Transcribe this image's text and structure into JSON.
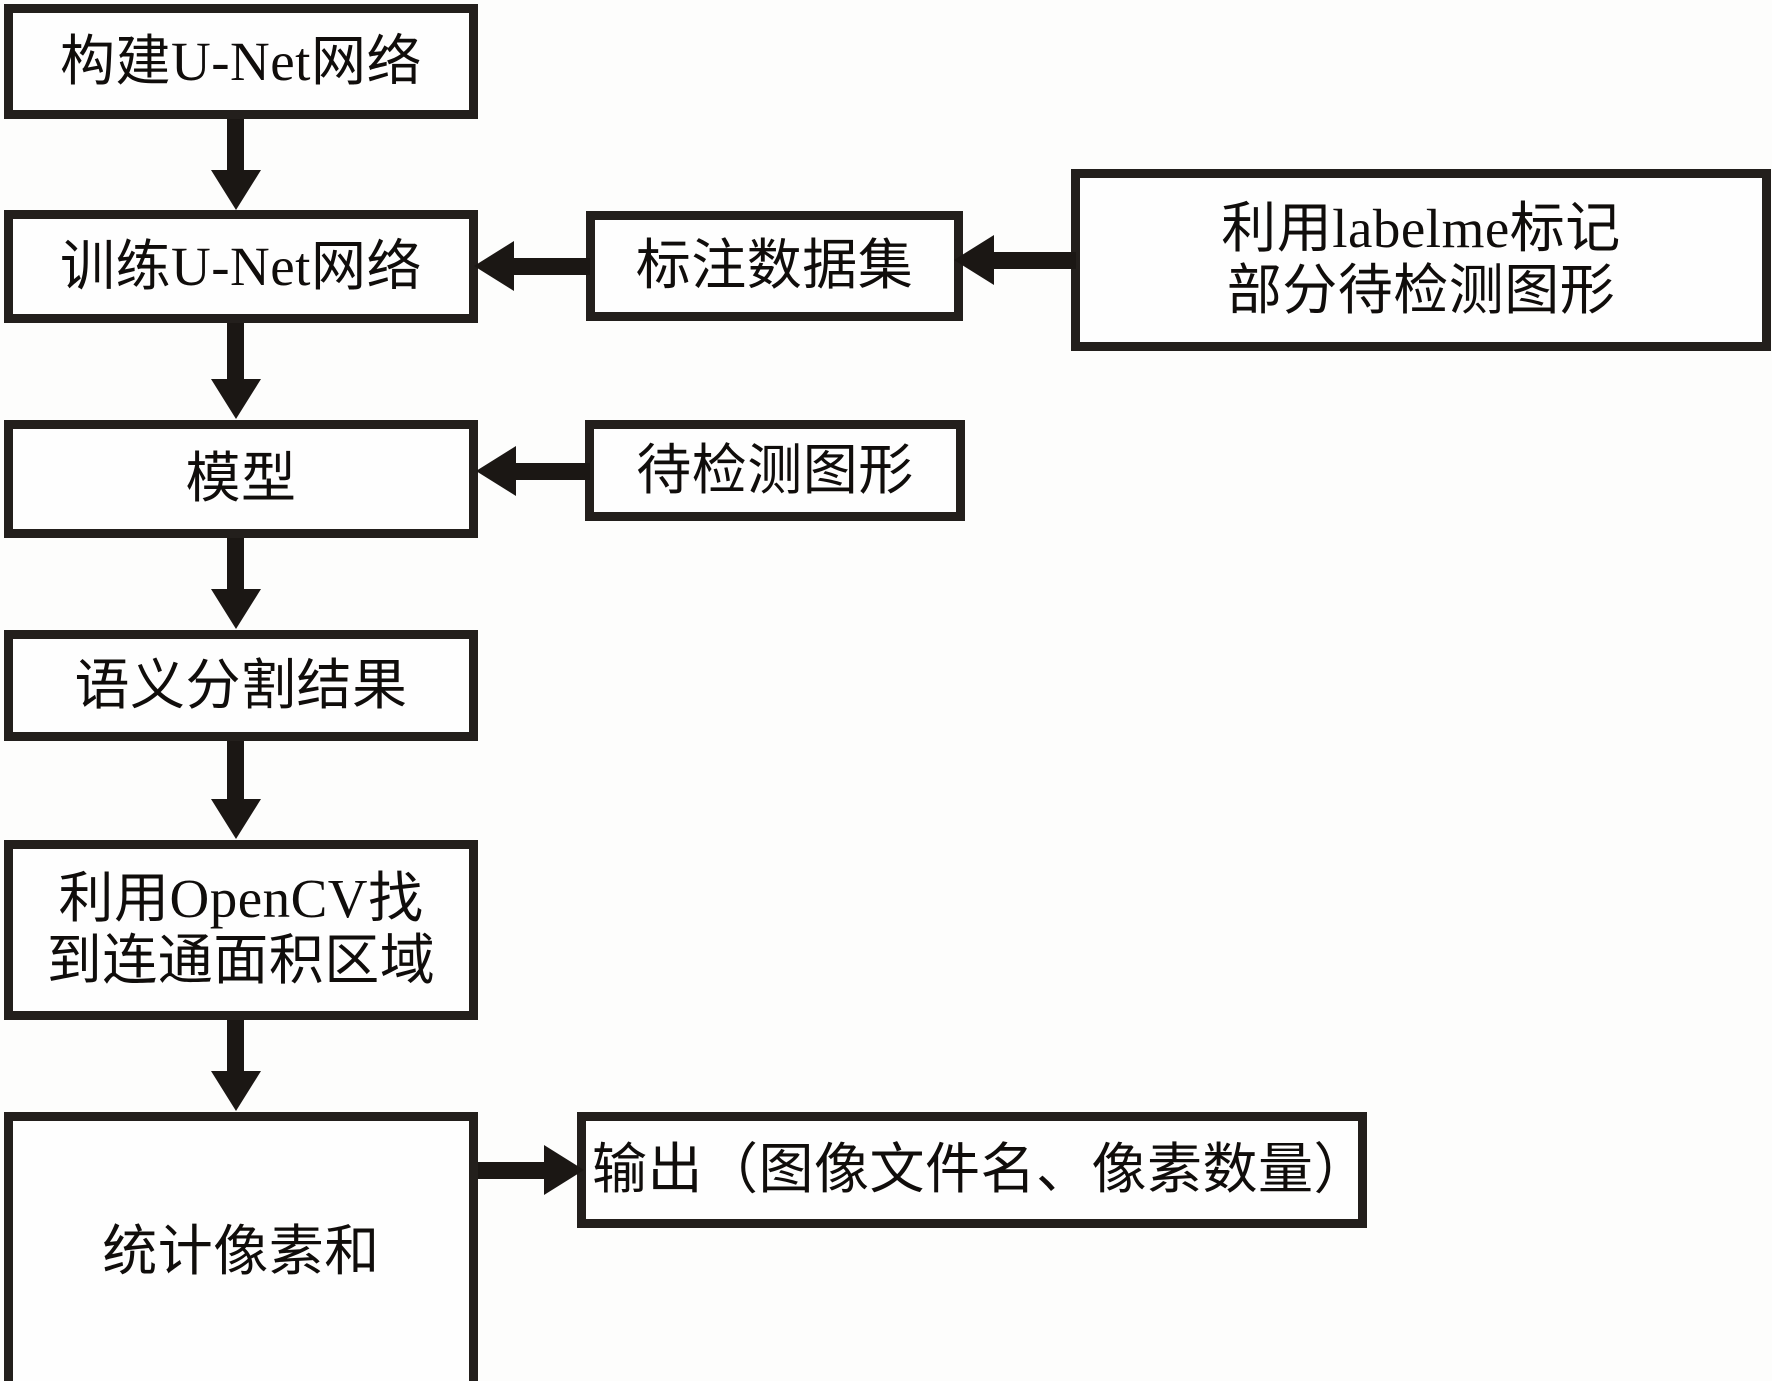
{
  "diagram": {
    "title": "U-Net 语义分割像素统计流程图",
    "type": "flowchart",
    "orientation": "top-to-bottom",
    "colors": {
      "stroke": "#231f1c",
      "fill": "#fefefe",
      "background": "#fdfdfc",
      "text": "#100d0b"
    },
    "nodes": [
      {
        "id": "build-unet",
        "label": "构建U-Net网络"
      },
      {
        "id": "train-unet",
        "label": "训练U-Net网络"
      },
      {
        "id": "model",
        "label": "模型"
      },
      {
        "id": "seg-result",
        "label": "语义分割结果"
      },
      {
        "id": "opencv-area",
        "label": "利用OpenCV找\n到连通面积区域"
      },
      {
        "id": "pixel-sum",
        "label": "统计像素和"
      },
      {
        "id": "annotated-data",
        "label": "标注数据集"
      },
      {
        "id": "labelme-mark",
        "label": "利用labelme标记\n部分待检测图形"
      },
      {
        "id": "detect-image",
        "label": "待检测图形"
      },
      {
        "id": "output",
        "label": "输出（图像文件名、像素数量）"
      }
    ],
    "edges": [
      {
        "id": "e1",
        "from": "build-unet",
        "to": "train-unet",
        "direction": "down"
      },
      {
        "id": "e2",
        "from": "train-unet",
        "to": "model",
        "direction": "down"
      },
      {
        "id": "e3",
        "from": "model",
        "to": "seg-result",
        "direction": "down"
      },
      {
        "id": "e4",
        "from": "seg-result",
        "to": "opencv-area",
        "direction": "down"
      },
      {
        "id": "e5",
        "from": "opencv-area",
        "to": "pixel-sum",
        "direction": "down"
      },
      {
        "id": "e6",
        "from": "annotated-data",
        "to": "train-unet",
        "direction": "left"
      },
      {
        "id": "e7",
        "from": "labelme-mark",
        "to": "annotated-data",
        "direction": "left"
      },
      {
        "id": "e8",
        "from": "detect-image",
        "to": "model",
        "direction": "left"
      },
      {
        "id": "e9",
        "from": "pixel-sum",
        "to": "output",
        "direction": "right"
      }
    ]
  }
}
